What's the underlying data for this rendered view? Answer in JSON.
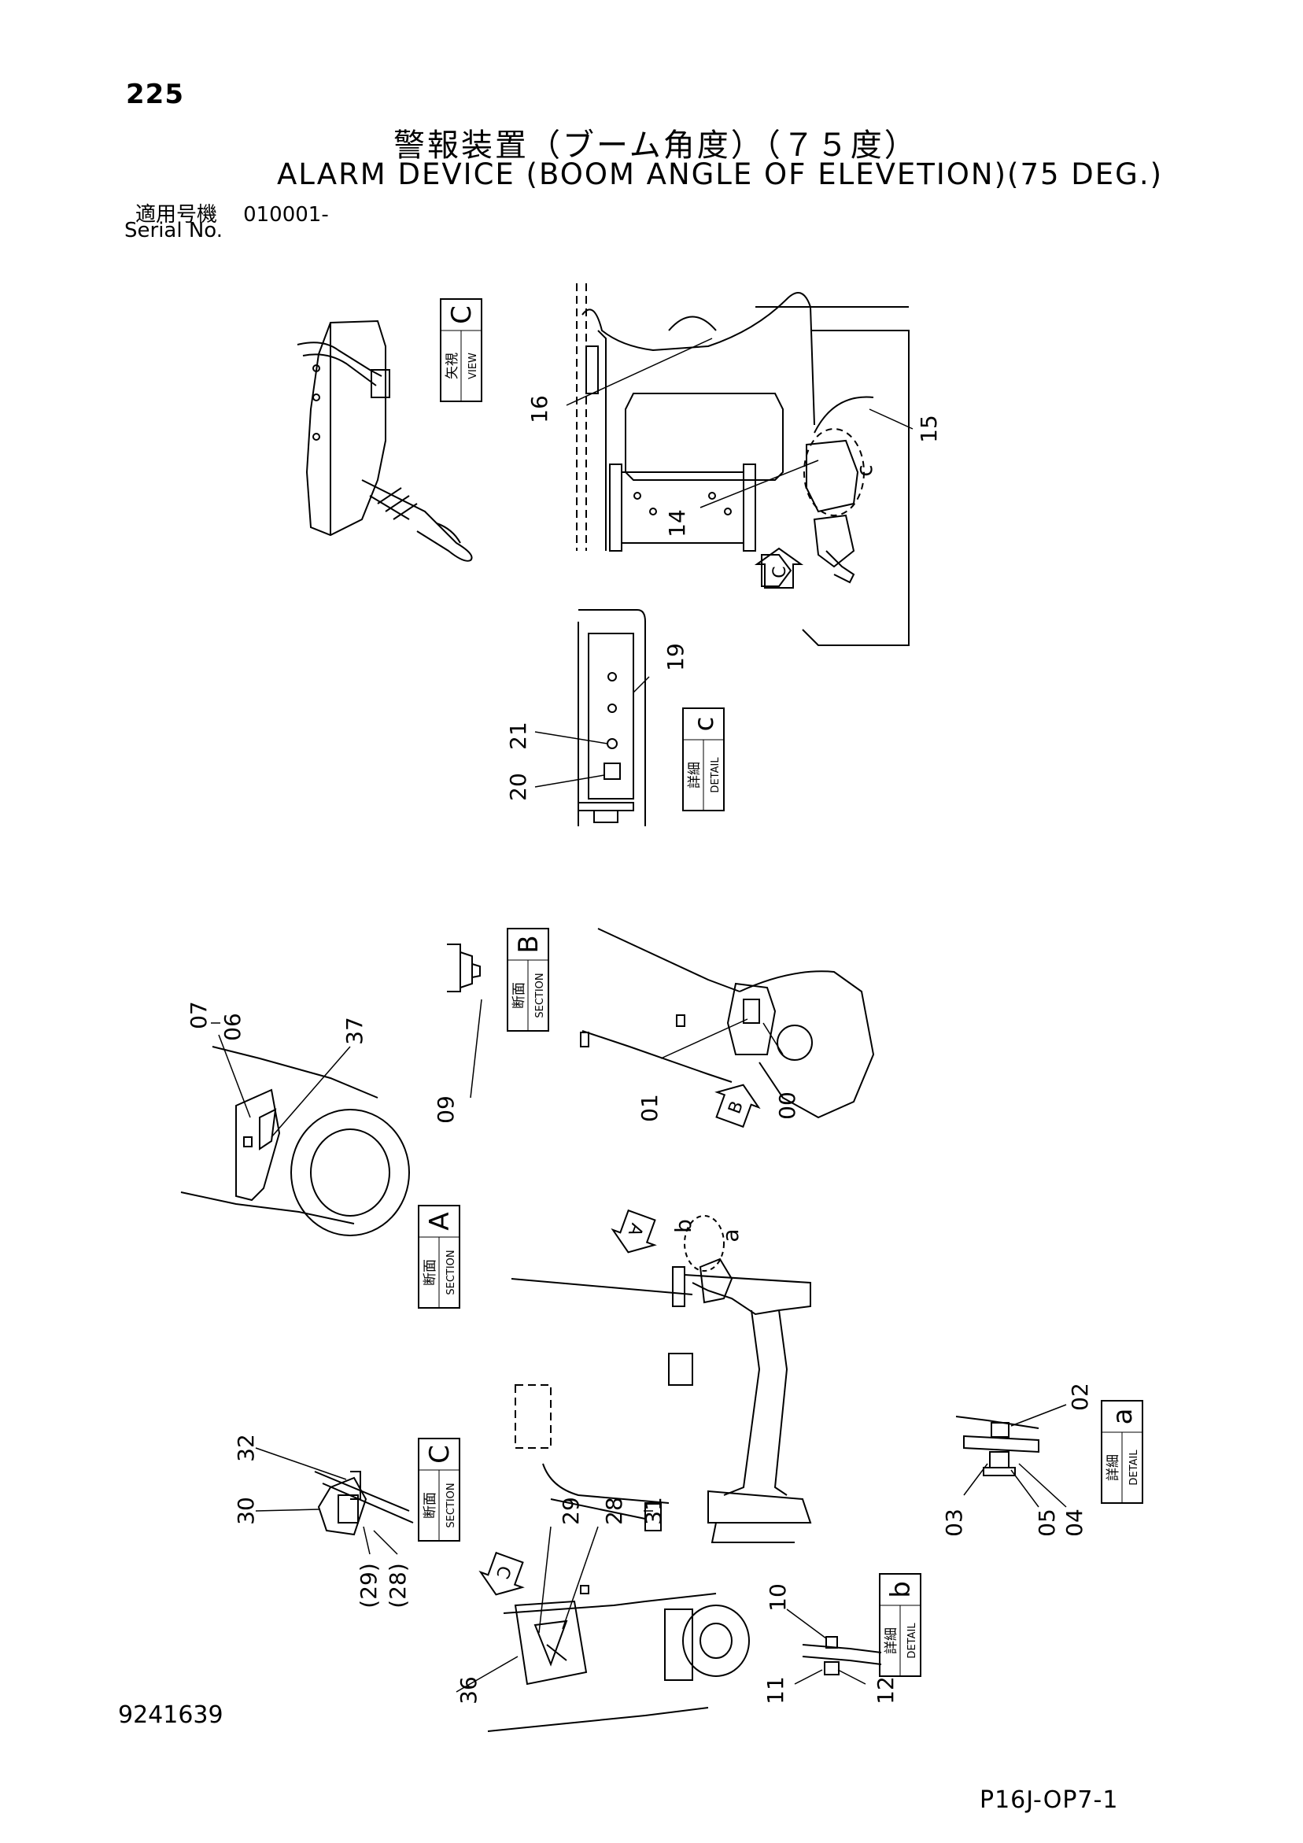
{
  "page_number": "225",
  "title_jp": "警報装置（ブーム角度）（７５度）",
  "title_en": "ALARM DEVICE (BOOM ANGLE OF ELEVETION)(75 DEG.)",
  "serial_label_jp": "適用号機",
  "serial_value": "010001-",
  "serial_label_en": "Serial No.",
  "document_number": "9241639",
  "page_code": "P16J-OP7-1",
  "views": [
    {
      "jp": "矢視",
      "en": "VIEW",
      "letter": "C"
    },
    {
      "jp": "詳細",
      "en": "DETAIL",
      "letter": "c"
    },
    {
      "jp": "断面",
      "en": "SECTION",
      "letter": "B"
    },
    {
      "jp": "断面",
      "en": "SECTION",
      "letter": "A"
    },
    {
      "jp": "断面",
      "en": "SECTION",
      "letter": "C"
    },
    {
      "jp": "詳細",
      "en": "DETAIL",
      "letter": "a"
    },
    {
      "jp": "詳細",
      "en": "DETAIL",
      "letter": "b"
    }
  ],
  "callouts": [
    "16",
    "15",
    "14",
    "c",
    "19",
    "21",
    "20",
    "07",
    "06",
    "37",
    "09",
    "01",
    "00",
    "b",
    "a",
    "02",
    "03",
    "05",
    "04",
    "32",
    "30",
    "(29)",
    "(28)",
    "29",
    "28",
    "31",
    "36",
    "10",
    "11",
    "12"
  ],
  "arrow_letters": [
    "C",
    "B",
    "A",
    "C"
  ]
}
